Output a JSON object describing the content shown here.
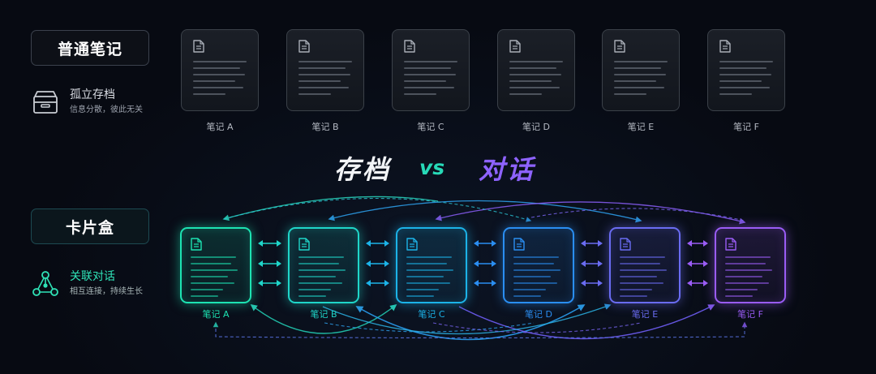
{
  "section_top": {
    "title": "普通笔记",
    "feature_title": "孤立存档",
    "feature_desc": "信息分散，彼此无关",
    "icon": "archive-box-icon"
  },
  "divider": {
    "left": "存档",
    "middle": "vs",
    "right": "对话"
  },
  "section_bottom": {
    "title": "卡片盒",
    "feature_title": "关联对话",
    "feature_desc": "相互连接，持续生长",
    "icon": "network-nodes-icon"
  },
  "notes_top": [
    "笔记 A",
    "笔记 B",
    "笔记 C",
    "笔记 D",
    "笔记 E",
    "笔记 F"
  ],
  "notes_bottom": [
    "笔记 A",
    "笔记 B",
    "笔记 C",
    "笔记 D",
    "笔记 E",
    "笔记 F"
  ],
  "colors": {
    "bottom_gradient": [
      "#1de3b2",
      "#1fd6c9",
      "#1cb3e8",
      "#2a8ef2",
      "#6a6cf2",
      "#9a5cf5"
    ],
    "divider_left": "#27d9b7",
    "divider_right": "#8e63ff"
  }
}
